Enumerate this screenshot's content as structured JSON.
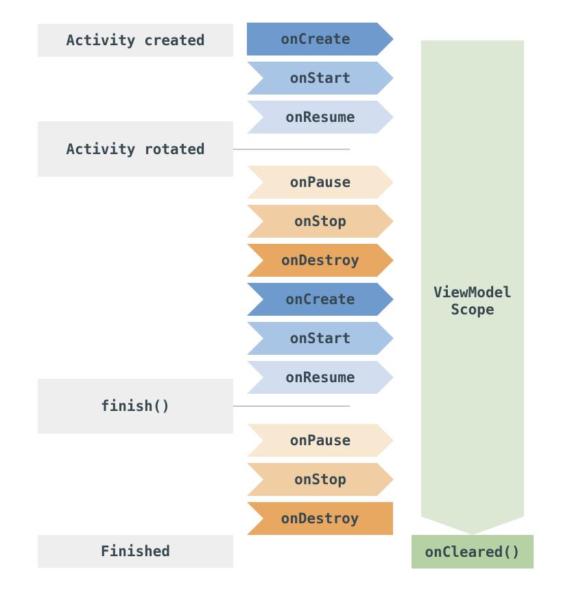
{
  "events": [
    {
      "label": "Activity created"
    },
    {
      "label": "Activity rotated"
    },
    {
      "label": "finish()"
    },
    {
      "label": "Finished"
    }
  ],
  "lifecycle_arrows": [
    {
      "label": "onCreate",
      "color_key": "on_create"
    },
    {
      "label": "onStart",
      "color_key": "on_start"
    },
    {
      "label": "onResume",
      "color_key": "on_resume"
    },
    {
      "label": "onPause",
      "color_key": "on_pause"
    },
    {
      "label": "onStop",
      "color_key": "on_stop"
    },
    {
      "label": "onDestroy",
      "color_key": "on_destroy"
    },
    {
      "label": "onCreate",
      "color_key": "on_create"
    },
    {
      "label": "onStart",
      "color_key": "on_start"
    },
    {
      "label": "onResume",
      "color_key": "on_resume"
    },
    {
      "label": "onPause",
      "color_key": "on_pause"
    },
    {
      "label": "onStop",
      "color_key": "on_stop"
    },
    {
      "label": "onDestroy",
      "color_key": "on_destroy"
    }
  ],
  "viewmodel_scope": {
    "line1": "ViewModel",
    "line2": "Scope",
    "on_cleared_label": "onCleared()"
  },
  "colors": {
    "on_create": "#6f9ace",
    "on_start": "#a9c5e5",
    "on_resume": "#d2deef",
    "on_pause": "#f8e8d2",
    "on_stop": "#f0cda3",
    "on_destroy": "#e9a862",
    "scope_arrow": "#dce8d3",
    "on_cleared": "#b6d2a4",
    "event_box": "#eeeeee",
    "divider": "#c4c4c4",
    "text": "#37474f"
  }
}
